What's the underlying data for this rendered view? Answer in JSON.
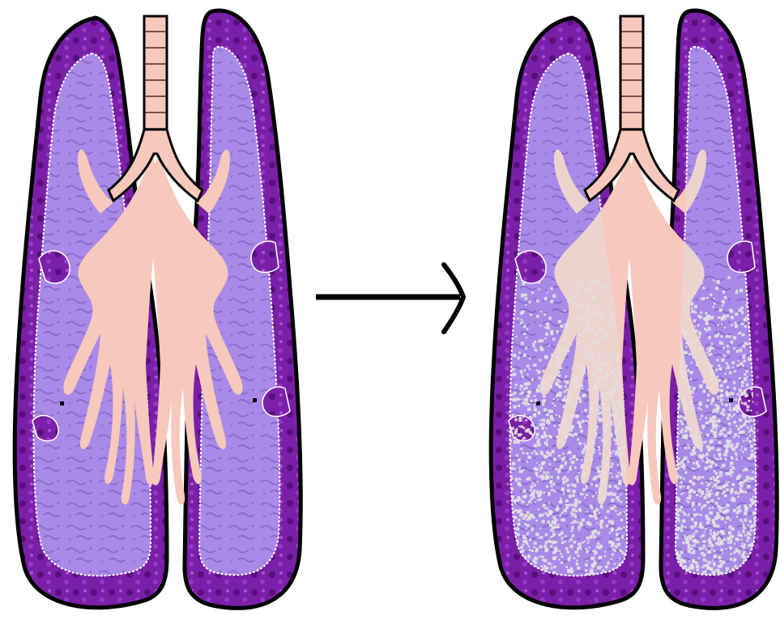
{
  "colors": {
    "background": "#ffffff",
    "outline": "#000000",
    "pleura": "#7a1fa8",
    "pleura_dark": "#4a0a6a",
    "lung_tissue": "#a98ae8",
    "lung_tissue_dark": "#7d62c4",
    "airway": "#f7c8bc",
    "airway_rings": "#e9b3a6",
    "damage_speckle": "#e2e2e2",
    "arrow": "#000000"
  },
  "panels": [
    {
      "state": "healthy",
      "speckle_level": 0
    },
    {
      "state": "affected",
      "speckle_level": 0.6
    }
  ],
  "icons": {
    "left_panel": "healthy-lungs-illustration",
    "arrow": "right-arrow-icon",
    "right_panel": "affected-lungs-illustration"
  }
}
